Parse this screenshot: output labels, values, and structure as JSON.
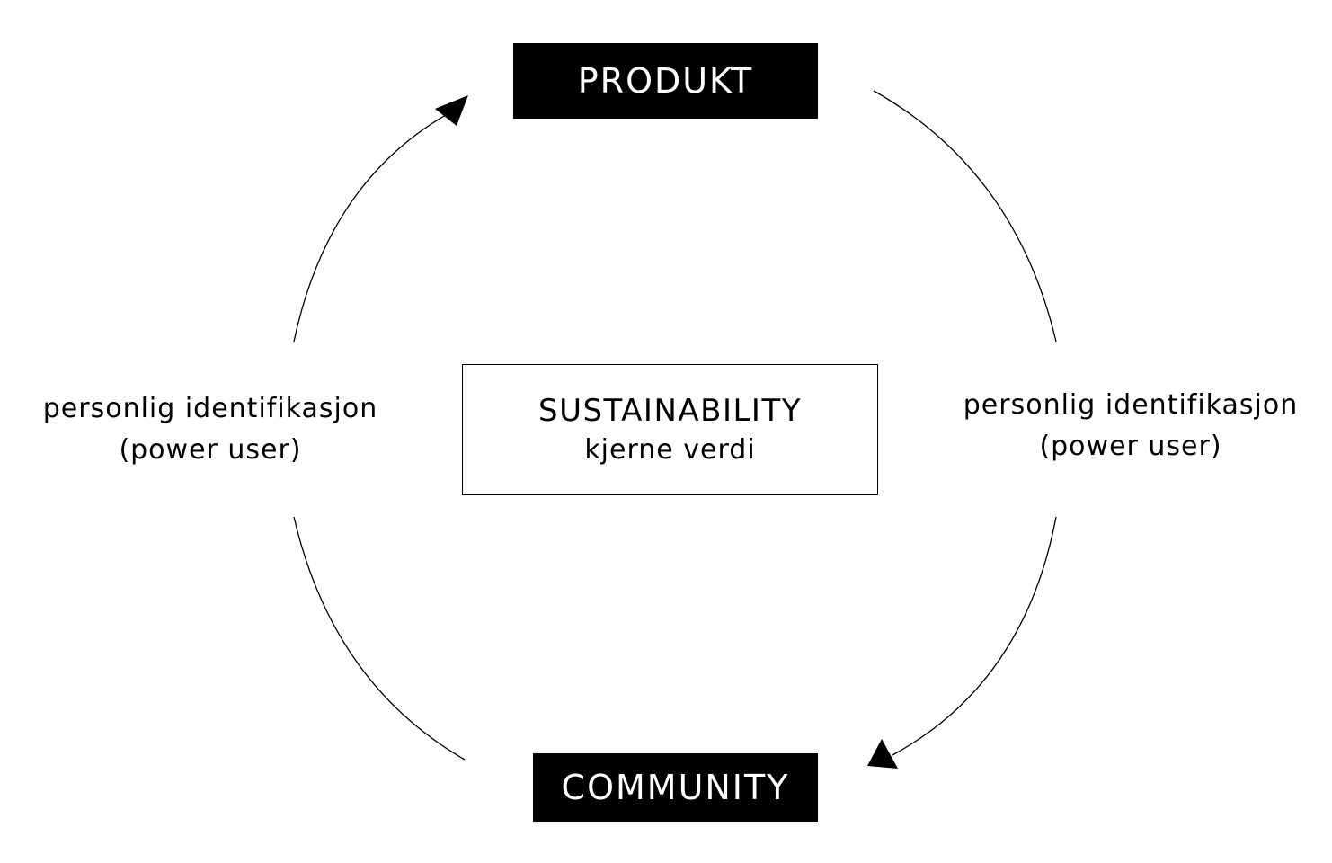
{
  "diagram": {
    "nodes": {
      "produkt": {
        "label": "PRODUKT"
      },
      "community": {
        "label": "COMMUNITY"
      },
      "core": {
        "title": "SUSTAINABILITY",
        "subtitle": "kjerne verdi"
      }
    },
    "edges": {
      "left": {
        "line1": "personlig identifikasjon",
        "line2": "(power user)"
      },
      "right": {
        "line1": "personlig identifikasjon",
        "line2": "(power user)"
      }
    }
  },
  "colors": {
    "node_fill": "#000000",
    "node_text": "#ffffff",
    "stroke": "#000000",
    "background": "#ffffff"
  }
}
